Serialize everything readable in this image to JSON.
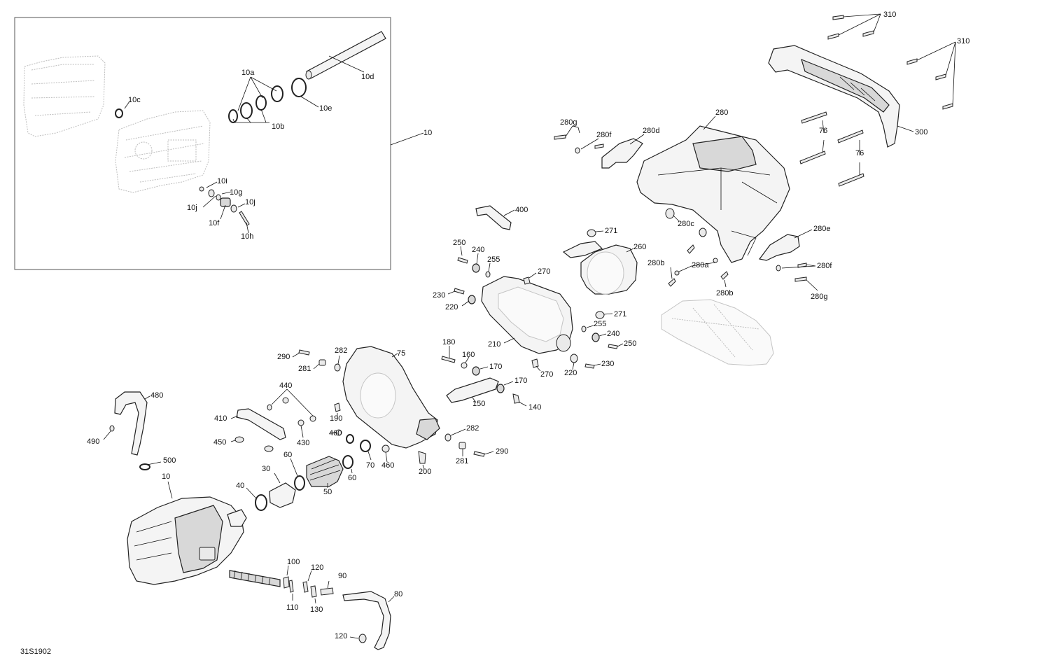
{
  "diagram_ref": "31S1902",
  "callouts": [
    "10",
    "10a",
    "10b",
    "10c",
    "10d",
    "10e",
    "10f",
    "10g",
    "10h",
    "10i",
    "10j",
    "30",
    "40",
    "50",
    "60",
    "70",
    "75",
    "76",
    "80",
    "90",
    "100",
    "110",
    "120",
    "130",
    "140",
    "150",
    "160",
    "170",
    "180",
    "190",
    "200",
    "210",
    "220",
    "230",
    "240",
    "250",
    "255",
    "260",
    "270",
    "271",
    "280",
    "280a",
    "280b",
    "280c",
    "280d",
    "280e",
    "280f",
    "280g",
    "281",
    "282",
    "290",
    "300",
    "310",
    "400",
    "410",
    "430",
    "440",
    "450",
    "460",
    "480",
    "490",
    "500"
  ]
}
